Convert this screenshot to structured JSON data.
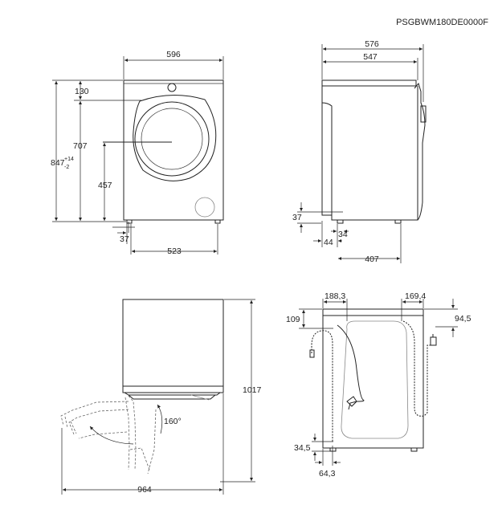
{
  "model_code": "PSGBWM180DE0000F",
  "front_view": {
    "width": "596",
    "height_top": "130",
    "height_door": "707",
    "height_total": "847",
    "tol_plus": "+14",
    "tol_minus": "-2",
    "door_center_height": "457",
    "foot_height": "37",
    "foot_spacing": "523"
  },
  "side_view": {
    "depth_total": "576",
    "depth_body": "547",
    "foot_height": "37",
    "foot_inset": "34",
    "foot_offset": "44",
    "foot_spacing": "407"
  },
  "top_view": {
    "angle": "160°",
    "total_height": "1017",
    "depth_open": "964"
  },
  "back_view": {
    "dim_left_top": "188,3",
    "dim_right_top": "169,4",
    "dim_left_height": "109",
    "dim_right_height": "94,5",
    "dim_bottom_height": "34,5",
    "dim_bottom_left": "64,3"
  }
}
